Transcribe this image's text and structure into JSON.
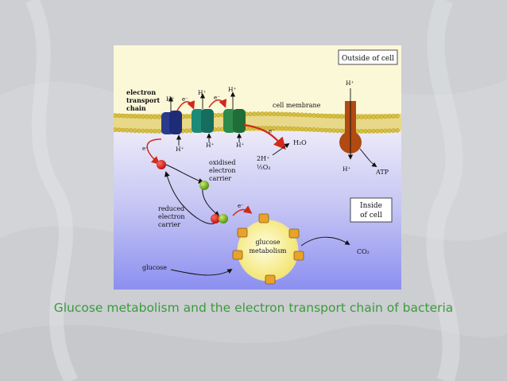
{
  "caption": "Glucose metabolism and the electron transport chain of bacteria",
  "diagram": {
    "outside_label": "Outside of cell",
    "inside_label_line1": "Inside",
    "inside_label_line2": "of cell",
    "cell_membrane": "cell membrane",
    "etc_line1": "electron",
    "etc_line2": "transport",
    "etc_line3": "chain",
    "oxidised_line1": "oxidised",
    "oxidised_line2": "electron",
    "oxidised_line3": "carrier",
    "reduced_line1": "reduced",
    "reduced_line2": "electron",
    "reduced_line3": "carrier",
    "glucose_met_line1": "glucose",
    "glucose_met_line2": "metabolism",
    "glucose": "glucose",
    "co2": "CO₂",
    "h2o": "H₂O",
    "two_h": "2H⁺",
    "half_o2": "½O₂",
    "atp": "ATP",
    "h_plus": "H⁺",
    "e_minus": "e⁻"
  },
  "colors": {
    "outside_bg": "#fbf8d8",
    "inside_top": "#f1eef8",
    "inside_bottom": "#8c8ff0",
    "membrane_head": "#d7bf3f",
    "protein_blue": "#2a3a8c",
    "protein_teal": "#1d8a78",
    "protein_green": "#2e8a4a",
    "atp_synthase": "#b04a12",
    "arrow_red": "#d02a1a",
    "caption": "#3c9a3c"
  }
}
